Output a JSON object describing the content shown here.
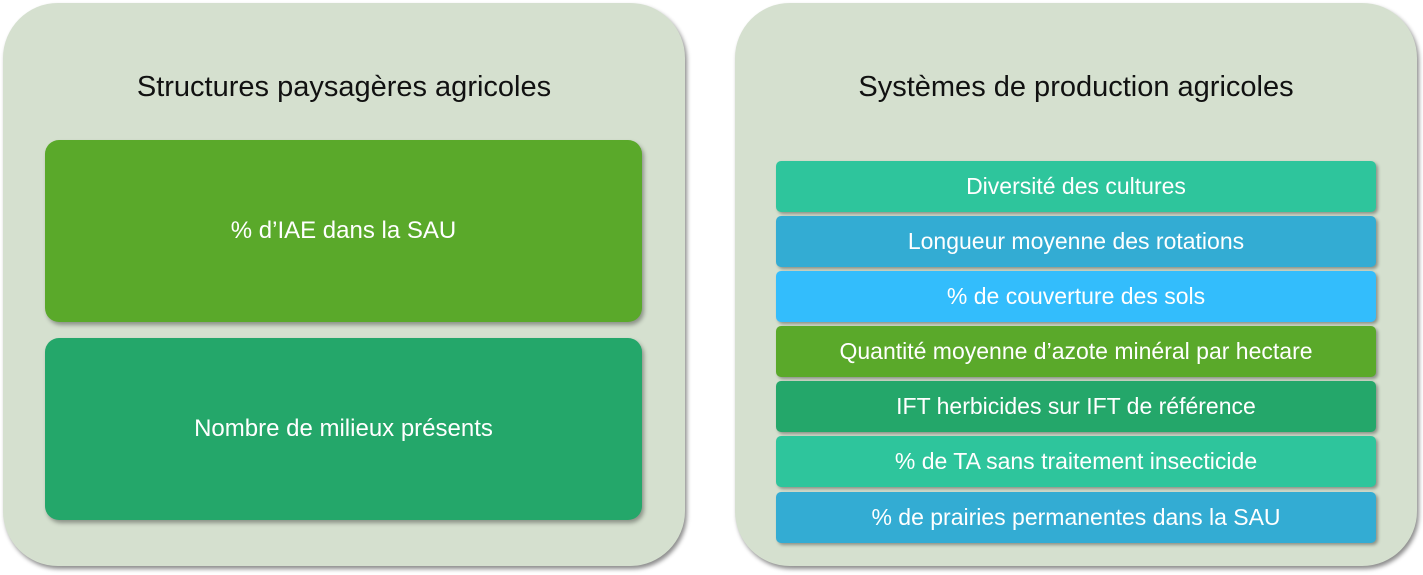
{
  "left_panel": {
    "title": "Structures paysagères agricoles",
    "items": [
      {
        "label": "% d’IAE dans la SAU",
        "color": "#5aa92a"
      },
      {
        "label": "Nombre de milieux présents",
        "color": "#24a76a"
      }
    ]
  },
  "right_panel": {
    "title": "Systèmes de production agricoles",
    "items": [
      {
        "label": "Diversité des cultures",
        "color": "#2ec59c"
      },
      {
        "label": "Longueur moyenne des rotations",
        "color": "#33acd3"
      },
      {
        "label": "% de couverture des sols",
        "color": "#33bdfc"
      },
      {
        "label": "Quantité moyenne d’azote minéral par hectare",
        "color": "#5aa92a"
      },
      {
        "label": "IFT herbicides sur IFT de référence",
        "color": "#24a76a"
      },
      {
        "label": "% de TA sans traitement insecticide",
        "color": "#2ec59c"
      },
      {
        "label": "% de prairies permanentes dans la SAU",
        "color": "#33acd3"
      }
    ]
  }
}
